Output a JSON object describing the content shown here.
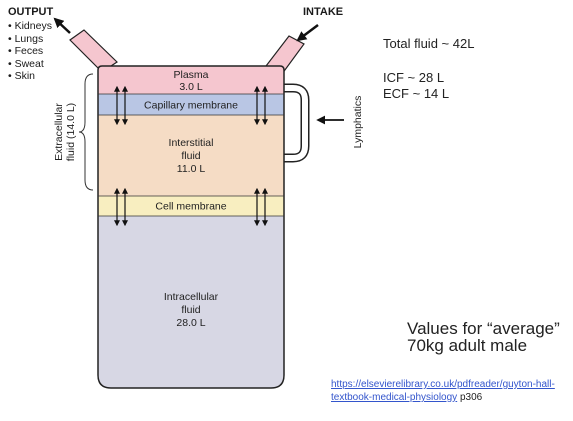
{
  "output": {
    "title": "OUTPUT",
    "items": [
      "Kidneys",
      "Lungs",
      "Feces",
      "Sweat",
      "Skin"
    ]
  },
  "intake": {
    "title": "INTAKE"
  },
  "compartments": {
    "plasma": {
      "label": "Plasma",
      "volume": "3.0 L"
    },
    "capillary_membrane": "Capillary membrane",
    "interstitial": {
      "label_line1": "Interstitial",
      "label_line2": "fluid",
      "volume": "11.0 L"
    },
    "cell_membrane": "Cell membrane",
    "intracellular": {
      "label_line1": "Intracellular",
      "label_line2": "fluid",
      "volume": "28.0 L"
    }
  },
  "side_labels": {
    "extracellular_line1": "Extracellular",
    "extracellular_line2": "fluid (14.0 L)",
    "lymphatics": "Lymphatics"
  },
  "info": {
    "total": "Total fluid ~ 42L",
    "icf": "ICF ~ 28 L",
    "ecf": "ECF ~ 14 L"
  },
  "values_note": "Values for “average” 70kg adult male",
  "source": {
    "link_text": "https://elsevierelibrary.co.uk/pdfreader/guyton-hall-textbook-medical-physiology",
    "page": " p306"
  },
  "colors": {
    "plasma": "#f5c6cf",
    "capillary_membrane": "#b9c6e4",
    "interstitial": "#f5dcc5",
    "cell_membrane": "#f8eec0",
    "intracellular": "#d7d7e4",
    "outline": "#222222",
    "link": "#3355cc"
  }
}
